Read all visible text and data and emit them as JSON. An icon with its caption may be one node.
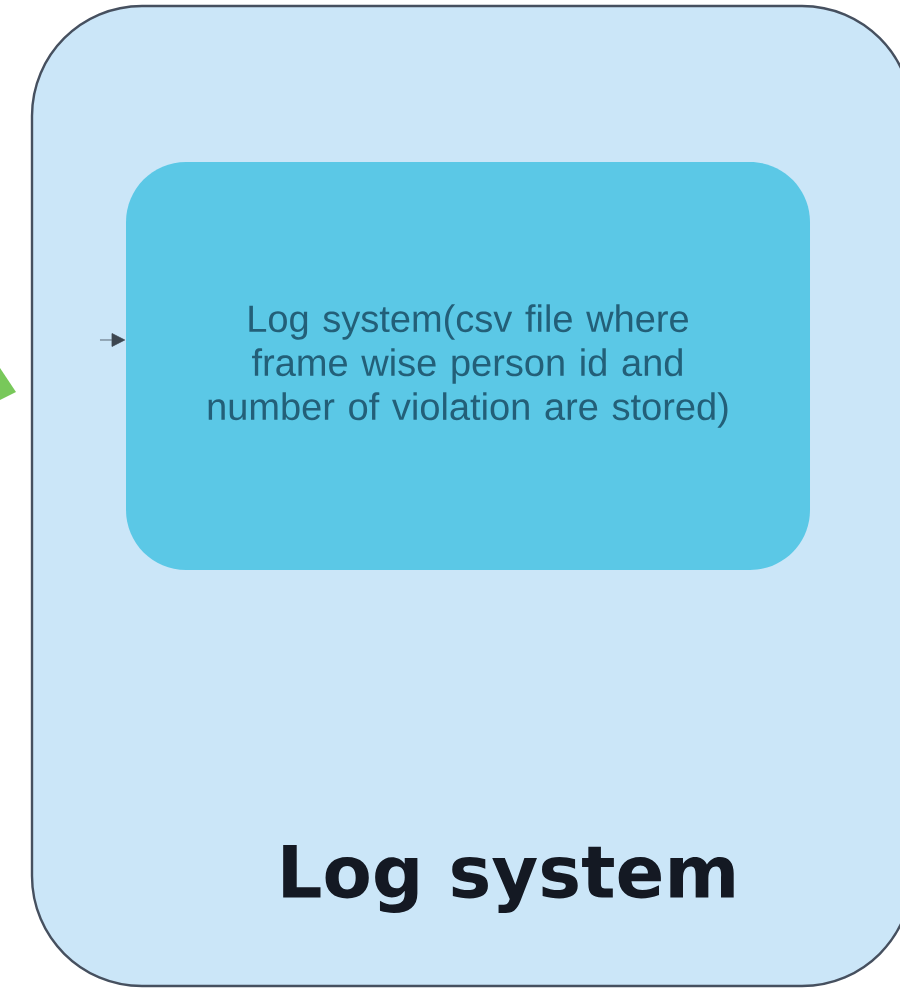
{
  "diagram": {
    "nodes": [
      {
        "text": [
          "Log system"
        ]
      },
      {
        "text": [
          "Log system(csv file where frame wise person id and number of violation are stored)"
        ],
        "in": 0
      }
    ],
    "edges": [
      {
        "from": null,
        "to": 1,
        "arrow": "to"
      }
    ]
  }
}
